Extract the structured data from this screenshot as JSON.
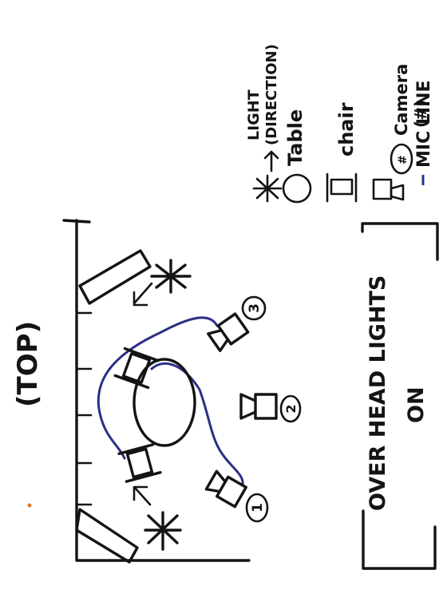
{
  "title": "(TOP)",
  "legend": {
    "mic_line": "MIC LINE",
    "camera": "Camera",
    "camera_sub": "(#)",
    "chair": "chair",
    "table": "Table",
    "light": "LIGHT",
    "light_sub": "(DIRECTION)"
  },
  "note": {
    "line1": "OVER HEAD LIGHTS",
    "line2": "ON"
  },
  "cameras": [
    "1",
    "2",
    "3"
  ],
  "camera_badge": "#",
  "colors": {
    "ink": "#141414",
    "mic_line": "#2b2f86",
    "accent_dot": "#e07a2a"
  }
}
